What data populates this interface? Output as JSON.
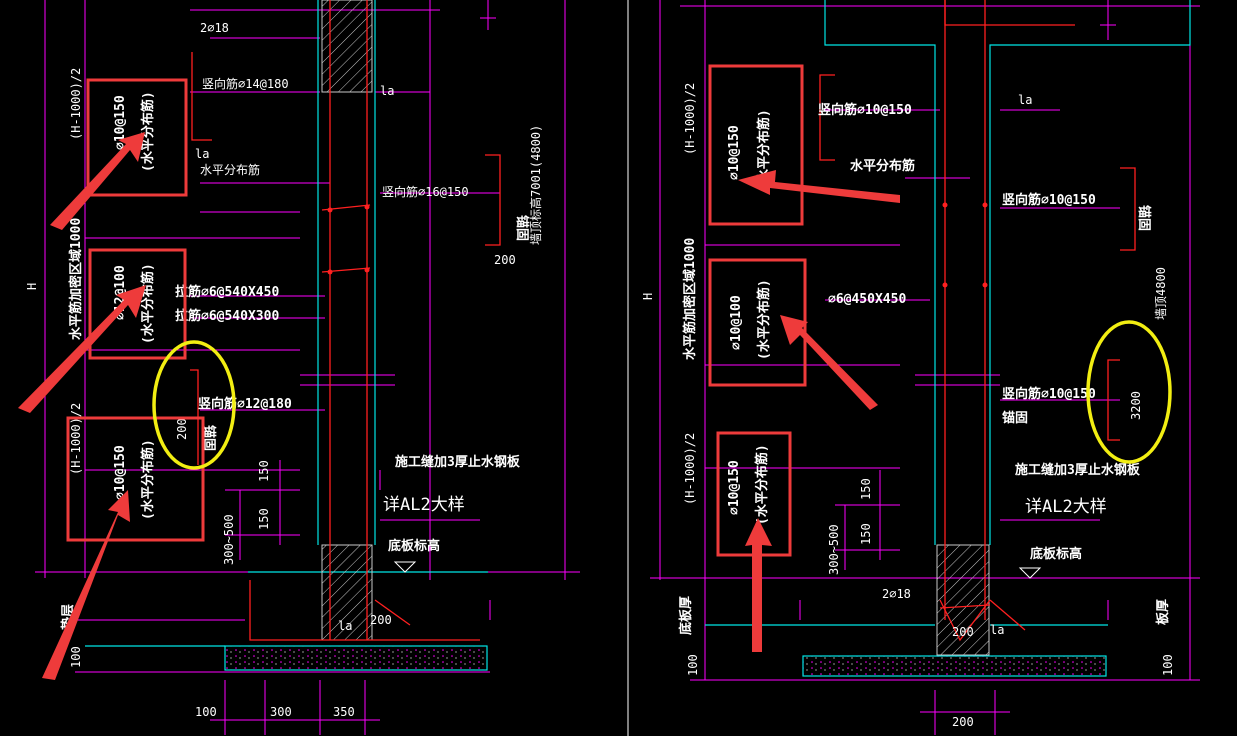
{
  "left_panel": {
    "rebar_top": "2⌀18",
    "vertical_rebar_outer": "竖向筋⌀14@180",
    "la_label_1": "la",
    "la_label_2": "la",
    "h_label": "H",
    "h_split_top": "(H-1000)/2",
    "h_split_bottom": "(H-1000)/2",
    "horizontal_dist": "水平分布筋",
    "vertical_rebar_inner": "竖向筋⌀16@150",
    "dim_200_right": "200",
    "anchor_label": "锚固",
    "elev_label": "墙顶标高7001(4800)",
    "box1_line1": "⌀10@150",
    "box1_line2": "(水平分布筋)",
    "box2_line1": "⌀12@100",
    "box2_line2": "(水平分布筋)",
    "box3_line1": "⌀10@150",
    "box3_line2": "(水平分布筋)",
    "reinforce_side": "水平筋加密区域1000",
    "tie_1": "拉筋⌀6@540X450",
    "tie_2": "拉筋⌀6@540X300",
    "vertical_rebar_low": "竖向筋⌀12@180",
    "dim_200_yellow": "200",
    "anchor_small": "锚固",
    "dim_150_a": "150",
    "dim_150_b": "150",
    "dim_300_500": "300~500",
    "construction_joint": "施工缝加3厚止水钢板",
    "detail_ref": "详AL2大样",
    "slab_bottom": "底板标高",
    "base_label": "垫层",
    "dim_100": "100",
    "dim_200_bottom": "200",
    "la_bottom": "la",
    "bottom_dims": [
      "100",
      "300",
      "350"
    ]
  },
  "right_panel": {
    "la_label": "la",
    "h_label": "H",
    "h_split_top": "(H-1000)/2",
    "h_split_bottom": "(H-1000)/2",
    "vertical_rebar_outer": "竖向筋⌀10@150",
    "horizontal_dist": "水平分布筋",
    "vertical_rebar_inner": "竖向筋⌀10@150",
    "anchor_label": "锚固",
    "elev_label": "墙顶4800",
    "box1_line1": "⌀10@150",
    "box1_line2": "(水平分布筋)",
    "box2_line1": "⌀10@100",
    "box2_line2": "(水平分布筋)",
    "box3_line1": "⌀10@150",
    "box3_line2": "(水平分布筋)",
    "reinforce_side": "水平筋加密区域1000",
    "tie": "⌀6@450X450",
    "vertical_rebar_low": "竖向筋⌀10@150",
    "anchor_small": "锚固",
    "dim_3200_yellow": "3200",
    "dim_150_a": "150",
    "dim_150_b": "150",
    "dim_300_500": "300~500",
    "construction_joint": "施工缝加3厚止水钢板",
    "detail_ref": "详AL2大样",
    "slab_bottom": "底板标高",
    "rebar_bottom": "2⌀18",
    "dim_200_bottom": "200",
    "la_bottom": "la",
    "base_label": "底板厚",
    "right_label": "板厚",
    "dim_100_left": "100",
    "dim_100_right": "100",
    "bottom_dim": "200"
  },
  "colors": {
    "background": "#000000",
    "magenta": "#ff00ff",
    "cyan": "#00e5e5",
    "red": "#ff2020",
    "annotation_red": "#ee3b3b",
    "yellow": "#f2ee12",
    "white": "#ffffff",
    "gray": "#c8c8c8"
  }
}
